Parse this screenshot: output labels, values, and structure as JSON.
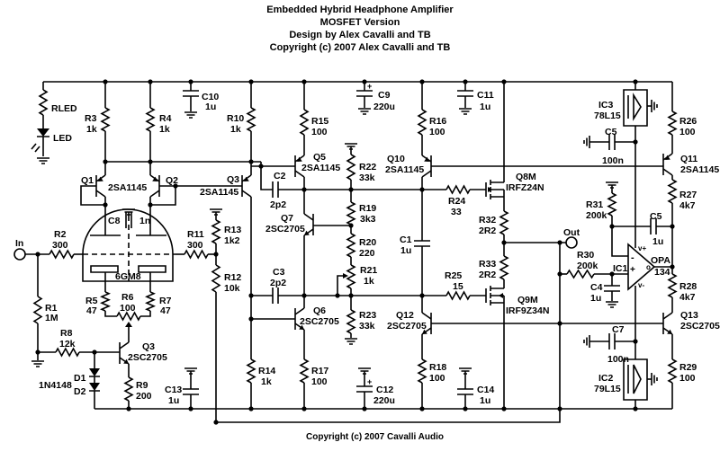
{
  "title": {
    "line1": "Embedded Hybrid Headphone Amplifier",
    "line2": "MOSFET Version",
    "line3": "Design by Alex Cavalli and TB",
    "line4": "Copyright (c) 2007 Alex Cavalli and TB"
  },
  "footer": "Copyright (c) 2007 Cavalli Audio",
  "terminals": {
    "input": "In",
    "output": "Out"
  },
  "components": {
    "RLED": {
      "ref": "RLED"
    },
    "LED": {
      "ref": "LED"
    },
    "R1": {
      "ref": "R1",
      "value": "1M"
    },
    "R2": {
      "ref": "R2",
      "value": "300"
    },
    "R3": {
      "ref": "R3",
      "value": "1k"
    },
    "R4": {
      "ref": "R4",
      "value": "1k"
    },
    "R5": {
      "ref": "R5",
      "value": "47"
    },
    "R6": {
      "ref": "R6",
      "value": "100"
    },
    "R7": {
      "ref": "R7",
      "value": "47"
    },
    "R8": {
      "ref": "R8",
      "value": "12k"
    },
    "R9": {
      "ref": "R9",
      "value": "200"
    },
    "R10": {
      "ref": "R10",
      "value": "1k"
    },
    "R11": {
      "ref": "R11",
      "value": "300"
    },
    "R12": {
      "ref": "R12",
      "value": "10k"
    },
    "R13": {
      "ref": "R13",
      "value": "1k2"
    },
    "R14": {
      "ref": "R14",
      "value": "1k"
    },
    "R15": {
      "ref": "R15",
      "value": "100"
    },
    "R16": {
      "ref": "R16",
      "value": "100"
    },
    "R17": {
      "ref": "R17",
      "value": "100"
    },
    "R18": {
      "ref": "R18",
      "value": "100"
    },
    "R19": {
      "ref": "R19",
      "value": "3k3"
    },
    "R20": {
      "ref": "R20",
      "value": "220"
    },
    "R21": {
      "ref": "R21",
      "value": "1k"
    },
    "R22": {
      "ref": "R22",
      "value": "33k"
    },
    "R23": {
      "ref": "R23",
      "value": "33k"
    },
    "R24": {
      "ref": "R24",
      "value": "33"
    },
    "R25": {
      "ref": "R25",
      "value": "15"
    },
    "R26": {
      "ref": "R26",
      "value": "100"
    },
    "R27": {
      "ref": "R27",
      "value": "4k7"
    },
    "R28": {
      "ref": "R28",
      "value": "4k7"
    },
    "R29": {
      "ref": "R29",
      "value": "100"
    },
    "R30": {
      "ref": "R30",
      "value": "200k"
    },
    "R31": {
      "ref": "R31",
      "value": "200k"
    },
    "R32": {
      "ref": "R32",
      "value": "2R2"
    },
    "R33": {
      "ref": "R33",
      "value": "2R2"
    },
    "C1": {
      "ref": "C1",
      "value": "1u"
    },
    "C2": {
      "ref": "C2",
      "value": "2p2"
    },
    "C3": {
      "ref": "C3",
      "value": "2p2"
    },
    "C4": {
      "ref": "C4",
      "value": "1u"
    },
    "C5a": {
      "ref": "C5",
      "value": "100n"
    },
    "C5b": {
      "ref": "C5",
      "value": "1u"
    },
    "C7": {
      "ref": "C7",
      "value": "100n"
    },
    "C8": {
      "ref": "C8",
      "value": "1n"
    },
    "C9": {
      "ref": "C9",
      "value": "220u"
    },
    "C10": {
      "ref": "C10",
      "value": "1u"
    },
    "C11": {
      "ref": "C11",
      "value": "1u"
    },
    "C12": {
      "ref": "C12",
      "value": "220u"
    },
    "C13": {
      "ref": "C13",
      "value": "1u"
    },
    "C14": {
      "ref": "C14",
      "value": "1u"
    },
    "Q1": {
      "ref": "Q1",
      "value": "2SA1145"
    },
    "Q2": {
      "ref": "Q2"
    },
    "Q3a": {
      "ref": "Q3",
      "value": "2SA1145"
    },
    "Q3b": {
      "ref": "Q3",
      "value": "2SC2705"
    },
    "Q5": {
      "ref": "Q5",
      "value": "2SA1145"
    },
    "Q6": {
      "ref": "Q6",
      "value": "2SC2705"
    },
    "Q7": {
      "ref": "Q7",
      "value": "2SC2705"
    },
    "Q10": {
      "ref": "Q10",
      "value": "2SA1145"
    },
    "Q11": {
      "ref": "Q11",
      "value": "2SA1145"
    },
    "Q12": {
      "ref": "Q12",
      "value": "2SC2705"
    },
    "Q13": {
      "ref": "Q13",
      "value": "2SC2705"
    },
    "Q8M": {
      "ref": "Q8M",
      "value": "IRFZ24N"
    },
    "Q9M": {
      "ref": "Q9M",
      "value": "IRF9Z34N"
    },
    "V1": {
      "value": "6GM8"
    },
    "D": {
      "ref1": "D1",
      "ref2": "D2",
      "value": "1N4148"
    },
    "IC1": {
      "ref": "IC1",
      "value1": "OPA",
      "value2": "134",
      "pin_plus": "+",
      "pin_minus": "-",
      "pin_vplus": "v+",
      "pin_vminus": "v-",
      "pin_out": "o"
    },
    "IC2": {
      "ref": "IC2",
      "value": "79L15"
    },
    "IC3": {
      "ref": "IC3",
      "value": "78L15"
    }
  }
}
